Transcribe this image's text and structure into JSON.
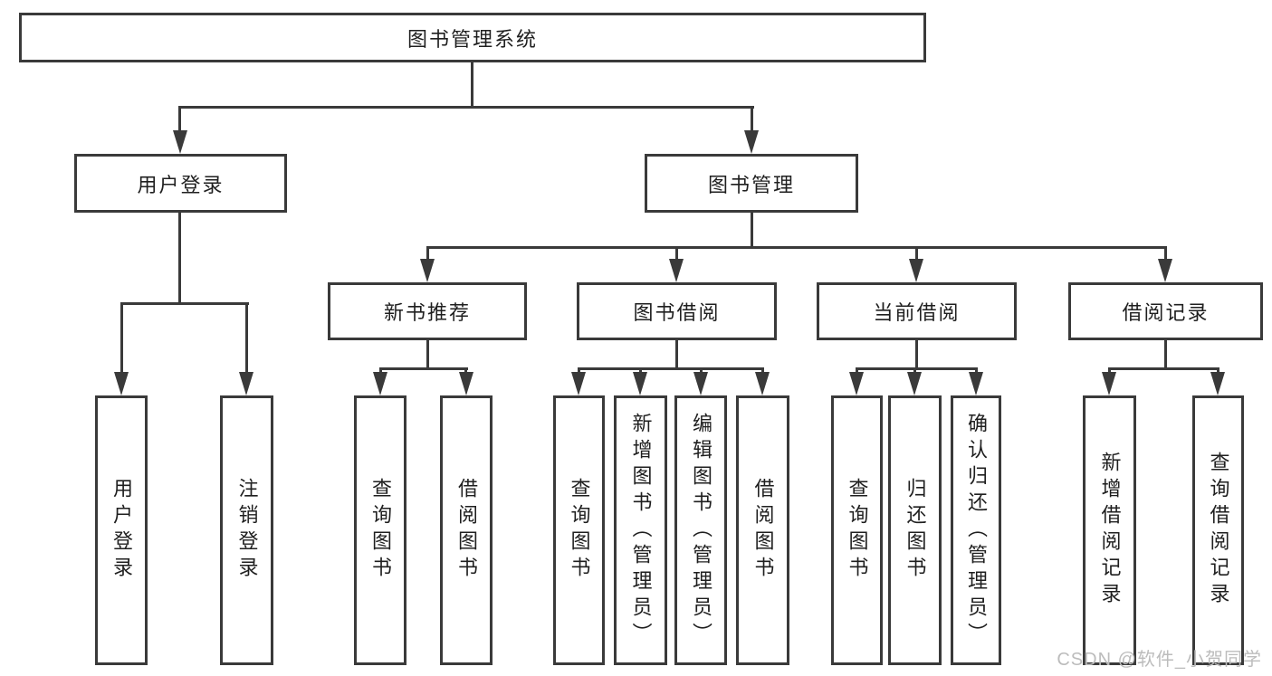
{
  "colors": {
    "line": "#3a3a3a",
    "text": "#1f1f1f",
    "background": "#ffffff",
    "watermark": "#bcbcbc"
  },
  "watermark": "CSDN @软件_小贺同学",
  "tree": {
    "root": {
      "label": "图书管理系统"
    },
    "level2": [
      {
        "label": "用户登录",
        "parent": "图书管理系统"
      },
      {
        "label": "图书管理",
        "parent": "图书管理系统"
      }
    ],
    "level3": [
      {
        "label": "新书推荐",
        "parent": "图书管理"
      },
      {
        "label": "图书借阅",
        "parent": "图书管理"
      },
      {
        "label": "当前借阅",
        "parent": "图书管理"
      },
      {
        "label": "借阅记录",
        "parent": "图书管理"
      }
    ],
    "leaves": [
      {
        "label": "用户登录",
        "parent": "用户登录"
      },
      {
        "label": "注销登录",
        "parent": "用户登录"
      },
      {
        "label": "查询图书",
        "parent": "新书推荐"
      },
      {
        "label": "借阅图书",
        "parent": "新书推荐"
      },
      {
        "label": "查询图书",
        "parent": "图书借阅"
      },
      {
        "label": "新增图书（管理员）",
        "parent": "图书借阅"
      },
      {
        "label": "编辑图书（管理员）",
        "parent": "图书借阅"
      },
      {
        "label": "借阅图书",
        "parent": "图书借阅"
      },
      {
        "label": "查询图书",
        "parent": "当前借阅"
      },
      {
        "label": "归还图书",
        "parent": "当前借阅"
      },
      {
        "label": "确认归还（管理员）",
        "parent": "当前借阅"
      },
      {
        "label": "新增借阅记录",
        "parent": "借阅记录"
      },
      {
        "label": "查询借阅记录",
        "parent": "借阅记录"
      }
    ]
  }
}
